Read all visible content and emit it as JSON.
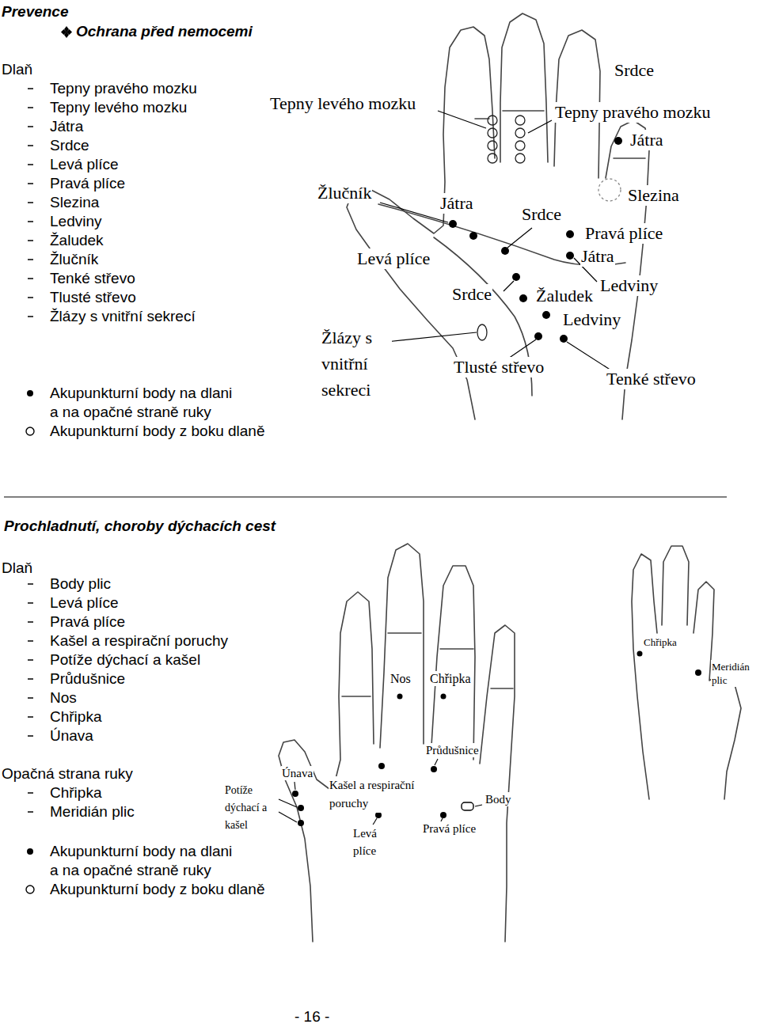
{
  "diagram": {
    "title": "Prevence",
    "labels": [
      "Ochrana před nemocemi",
      "Dlaň",
      "Tepny pravého mozku",
      "Tepny levého mozku",
      "Játra",
      "Srdce",
      "Levá plíce",
      "Pravá plíce",
      "Slezina",
      "Ledviny",
      "Žaludek",
      "Žlučník",
      "Tenké střevo",
      "Tlusté střevo",
      "Žlázy s vnitřní sekrecí",
      "Akupunkturní body na dlani a na opačné straně ruky",
      "Akupunkturní body z boku dlaně",
      "Srdce",
      "Tepny levého mozku",
      "Tepny pravého mozku",
      "Játra",
      "Žlučník",
      "Slezina",
      "Játra",
      "Srdce",
      "Pravá plíce",
      "Levá plíce",
      "Játra",
      "Ledviny",
      "Srdce",
      "Žaludek",
      "Ledviny",
      "Žlázy s vnitřní sekreci",
      "Tlusté střevo",
      "Tenké střevo",
      "Prochladnutí, choroby dýchacích cest",
      "Dlaň",
      "Body plic",
      "Levá plíce",
      "Pravá plíce",
      "Kašel a respirační poruchy",
      "Potíže dýchací a kašel",
      "Průdušnice",
      "Nos",
      "Chřipka",
      "Únava",
      "Opačná strana ruky",
      "Chřipka",
      "Meridián plic",
      "Akupunkturní body na dlani a na opačné straně ruky",
      "Akupunkturní body z boku dlaně",
      "Chřipka",
      "Nos",
      "Chřipka",
      "Meridián plic",
      "Průdušnice",
      "Únava",
      "Potíže dýchací a kašel",
      "Kašel a respirační poruchy",
      "Body",
      "Pravá plíce",
      "Levá plíce",
      "- 16 -"
    ]
  }
}
